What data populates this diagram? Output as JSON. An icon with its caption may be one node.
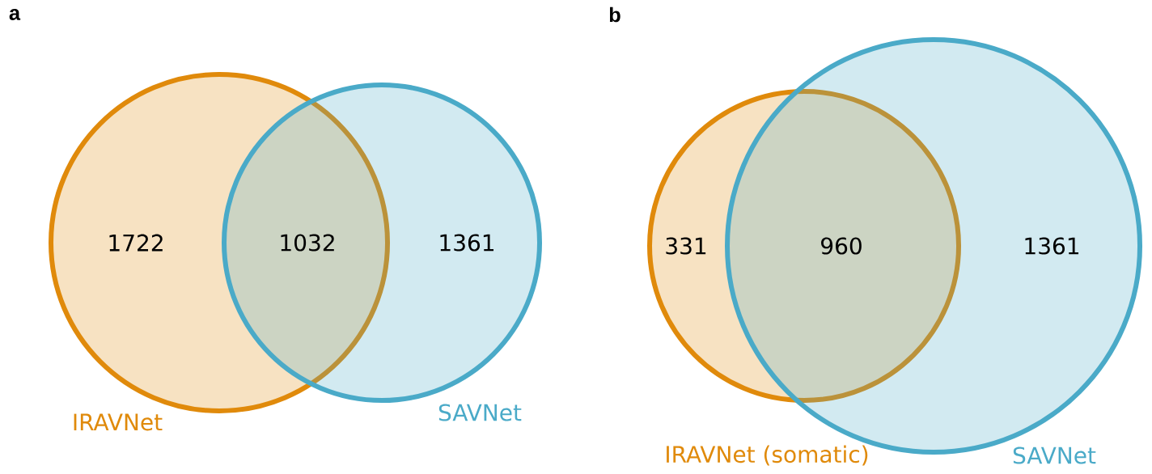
{
  "diagram": {
    "nodes": [
      {
        "text": [],
        "shape": "circle",
        "beside": [
          "IRAVNet"
        ]
      },
      {
        "text": [],
        "shape": "circle",
        "beside": [
          "SAVNet"
        ]
      },
      {
        "text": [],
        "shape": "circle"
      },
      {
        "text": [],
        "shape": "circle",
        "beside": [
          "SAVNet"
        ]
      }
    ],
    "labels": [
      "a",
      "1722",
      "1032",
      "1361",
      "b",
      "331",
      "960",
      "1361",
      "IRAVNet (somatic)"
    ]
  }
}
